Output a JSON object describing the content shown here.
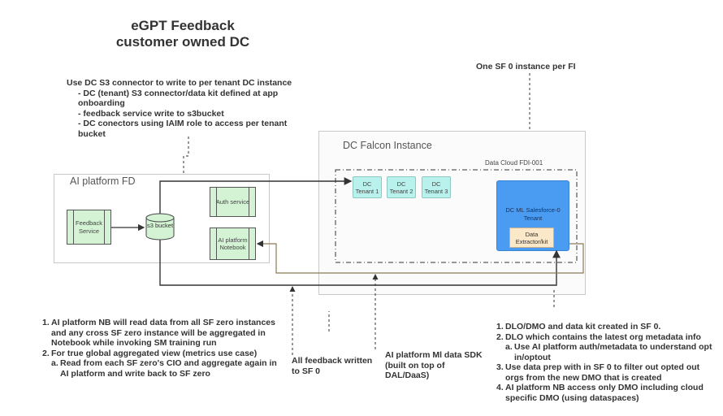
{
  "title": {
    "line1": "eGPT Feedback",
    "line2": "customer owned DC"
  },
  "notes": {
    "s3_connector": {
      "heading": "Use DC S3 connector to write to per tenant DC instance",
      "items": [
        "-  DC (tenant) S3 connector/data kit defined at app onboarding",
        "- feedback service write to s3bucket",
        "- DC conectors using IAIM role to access per tenant bucket"
      ]
    },
    "one_instance": "One SF 0 instance per FI",
    "all_feedback": "All feedback written to SF 0",
    "ml_sdk": "AI platform Ml data SDK (built on top of DAL/DaaS)",
    "bottom_left": [
      {
        "num": "1.",
        "text": "AI platform NB will read data from all SF zero instances and any cross SF zero instance will be aggregated in Notebook while invoking SM training run"
      },
      {
        "num": "2.",
        "text": "For true global aggregated view (metrics use case)"
      },
      {
        "num": "a.",
        "text": "Read from each SF zero's CIO and aggregate again in AI platform and write back to SF zero"
      }
    ],
    "bottom_right": [
      {
        "num": "1.",
        "text": "DLO/DMO and data kit created in SF 0."
      },
      {
        "num": "2.",
        "text": "DLO which contains the latest org metadata info"
      },
      {
        "num": "a.",
        "text": "Use AI platform auth/metadata to understand opt in/optout"
      },
      {
        "num": "3.",
        "text": "Use data prep with in SF 0 to filter out opted out orgs from the new DMO that is created"
      },
      {
        "num": "4.",
        "text": "AI platform NB access only DMO including cloud specific DMO (using dataspaces)"
      }
    ]
  },
  "ai_platform": {
    "label": "AI platform FD",
    "feedback_service": "Feedback Service",
    "s3_bucket": "s3 bucket",
    "auth_service": "Auth service",
    "notebook": "AI platform Notebook"
  },
  "dc_falcon": {
    "label": "DC Falcon Instance",
    "data_cloud_label": "Data Cloud FDI-001",
    "tenants": [
      "DC Tenant 1",
      "DC Tenant 2",
      "DC Tenant 3"
    ],
    "ml_tenant": "DC ML Salesforce-0 Tenant",
    "extractor": "Data Extractor/kit"
  },
  "colors": {
    "process_fill": "#d4f3d4",
    "tenant_fill": "#b9f1ec",
    "ml_tenant_fill": "#4a9cf3",
    "extractor_fill": "#fbe8c9",
    "notebook_line": "#8b7a55",
    "connector_line": "#333333"
  }
}
